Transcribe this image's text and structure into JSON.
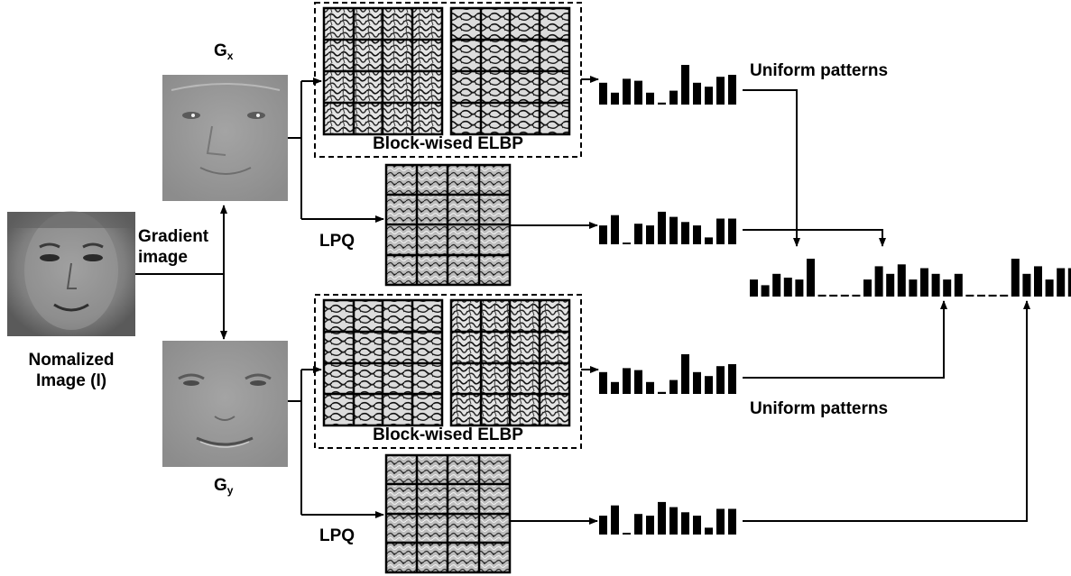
{
  "labels": {
    "gx": "G",
    "gx_sub": "x",
    "gy": "G",
    "gy_sub": "y",
    "gradient_line1": "Gradient",
    "gradient_line2": "image",
    "normalized_line1": "Nomalized",
    "normalized_line2": "Image (I)",
    "elbp_top": "Block-wised ELBP",
    "elbp_bottom": "Block-wised ELBP",
    "lpq_top": "LPQ",
    "lpq_bottom": "LPQ",
    "uniform_top": "Uniform patterns",
    "uniform_bottom": "Uniform patterns"
  },
  "histograms": {
    "uniform": [
      0.55,
      0.3,
      0.65,
      0.6,
      0.3,
      0.05,
      0.35,
      1.0,
      0.55,
      0.45,
      0.7,
      0.75
    ],
    "lpq": [
      0.55,
      0.85,
      0.05,
      0.6,
      0.55,
      0.95,
      0.8,
      0.65,
      0.55,
      0.2,
      0.75,
      0.75
    ],
    "combined": [
      0.45,
      0.3,
      0.6,
      0.5,
      0.45,
      1.0,
      0.05,
      0.05,
      0.05,
      0.05,
      0.45,
      0.8,
      0.6,
      0.85,
      0.45,
      0.75,
      0.6,
      0.45,
      0.6,
      0.05,
      0.05,
      0.05,
      0.05,
      1.0,
      0.6,
      0.8,
      0.45,
      0.75,
      0.75
    ]
  },
  "colors": {
    "ink": "#000000",
    "face_gray": "#8a8a8a",
    "gradient_gray": "#9a9a9a",
    "texture_light": "#d8d8d8"
  }
}
